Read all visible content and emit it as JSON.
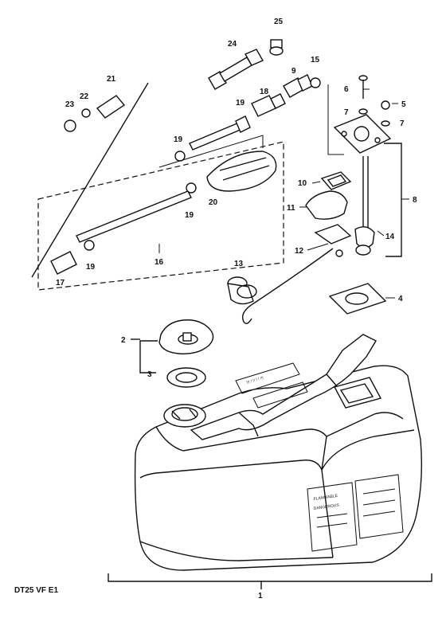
{
  "diagram": {
    "caption": "DT25 VF E1",
    "callouts": [
      "1",
      "2",
      "3",
      "4",
      "5",
      "6",
      "7",
      "7",
      "8",
      "9",
      "10",
      "11",
      "12",
      "13",
      "14",
      "15",
      "16",
      "17",
      "18",
      "19",
      "19",
      "19",
      "19",
      "20",
      "21",
      "22",
      "23",
      "24",
      "25"
    ],
    "tank_label_lines": [
      "FLAMMABLE",
      "DANGEROUS"
    ]
  }
}
